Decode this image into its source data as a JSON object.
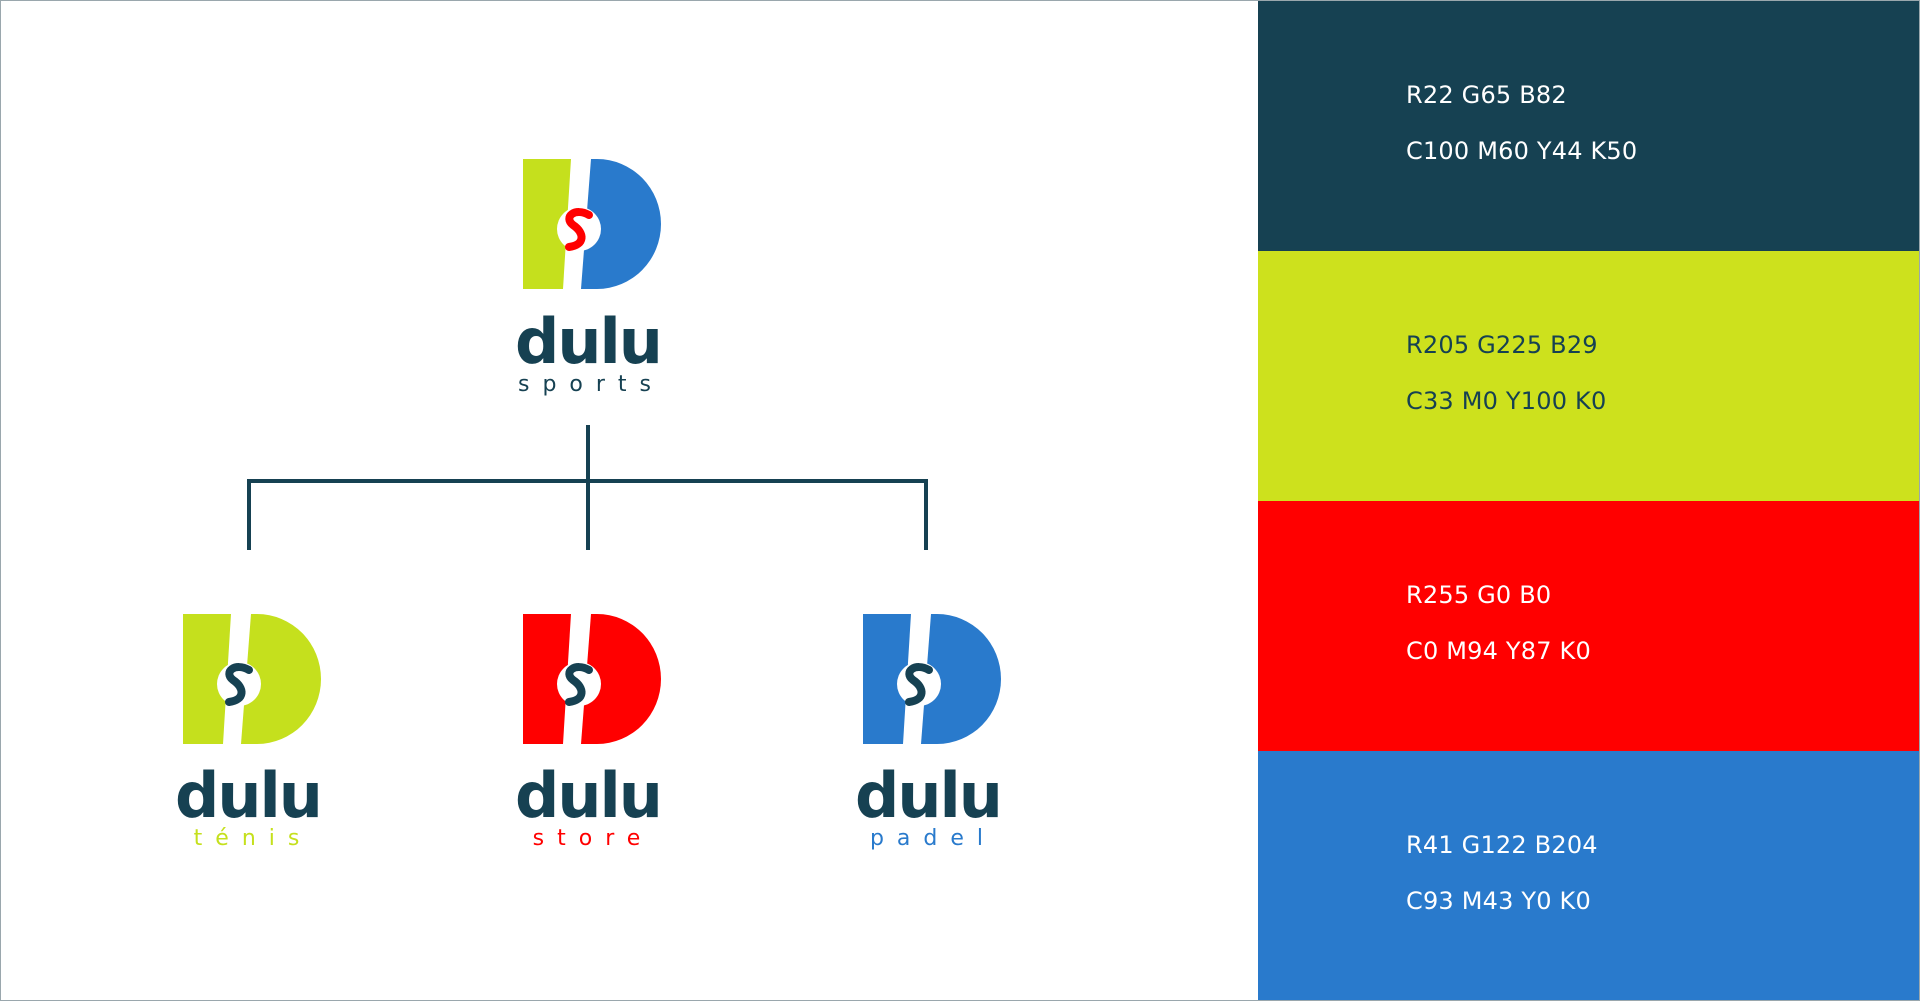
{
  "brand": {
    "main": {
      "wordmark": "dulu",
      "tagline": "sports"
    },
    "sub_brands": [
      {
        "wordmark": "dulu",
        "tagline": "ténis",
        "color": "#C5E01D"
      },
      {
        "wordmark": "dulu",
        "tagline": "store",
        "color": "#FF0000"
      },
      {
        "wordmark": "dulu",
        "tagline": "padel",
        "color": "#297ACC"
      }
    ]
  },
  "palette": [
    {
      "rgb": "R22 G65 B82",
      "cmyk": "C100 M60 Y44 K50",
      "color": "#164152",
      "text_color": "#ffffff"
    },
    {
      "rgb": "R205 G225 B29",
      "cmyk": "C33 M0 Y100 K0",
      "color": "#CDE11D",
      "text_color": "#164152"
    },
    {
      "rgb": "R255 G0 B0",
      "cmyk": "C0 M94 Y87 K0",
      "color": "#FF0000",
      "text_color": "#ffffff"
    },
    {
      "rgb": "R41 G122 B204",
      "cmyk": "C93 M43 Y0 K0",
      "color": "#297ACC",
      "text_color": "#ffffff"
    }
  ],
  "colors": {
    "dark": "#164152",
    "green": "#C5E01D",
    "red": "#FF0000",
    "blue": "#297ACC"
  }
}
